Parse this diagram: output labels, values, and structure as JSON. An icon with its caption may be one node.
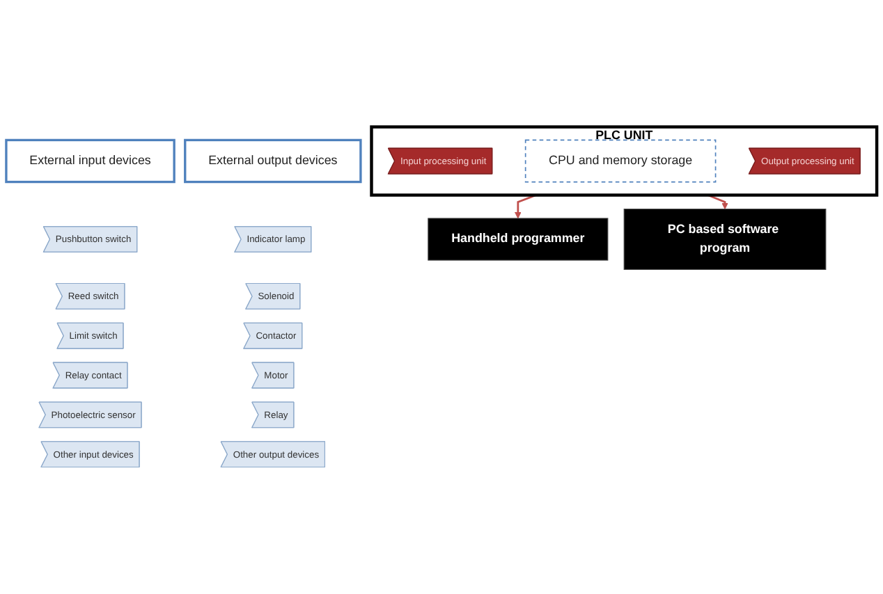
{
  "diagram": {
    "nodes": [
      {
        "text": [
          "External input devices"
        ]
      },
      {
        "text": [
          "External output devices"
        ]
      },
      {
        "text": [
          "Pushbutton switch"
        ]
      },
      {
        "text": [
          "Reed switch"
        ]
      },
      {
        "text": [
          "Limit switch"
        ]
      },
      {
        "text": [
          "Relay contact"
        ]
      },
      {
        "text": [
          "Photoelectric sensor"
        ]
      },
      {
        "text": [
          "Other input devices"
        ]
      },
      {
        "text": [
          "PLC UNIT"
        ]
      },
      {
        "text": [
          "Input processing unit"
        ],
        "in": 8
      },
      {
        "text": [
          "CPU and memory storage"
        ],
        "in": 8
      },
      {
        "text": [
          "Output processing unit"
        ],
        "in": 8
      },
      {
        "text": [
          "Indicator lamp"
        ]
      },
      {
        "text": [
          "Solenoid"
        ]
      },
      {
        "text": [
          "Contactor"
        ]
      },
      {
        "text": [
          "Motor"
        ]
      },
      {
        "text": [
          "Relay"
        ]
      },
      {
        "text": [
          "Other output devices"
        ]
      },
      {
        "text": [
          "Handheld programmer"
        ]
      },
      {
        "text": [
          "PC based software program"
        ]
      }
    ],
    "edges": [
      {
        "from": 8,
        "to": 18,
        "arrow": "to",
        "color": "#c0504d"
      },
      {
        "from": 8,
        "to": 19,
        "arrow": "to",
        "color": "#c0504d"
      }
    ]
  }
}
